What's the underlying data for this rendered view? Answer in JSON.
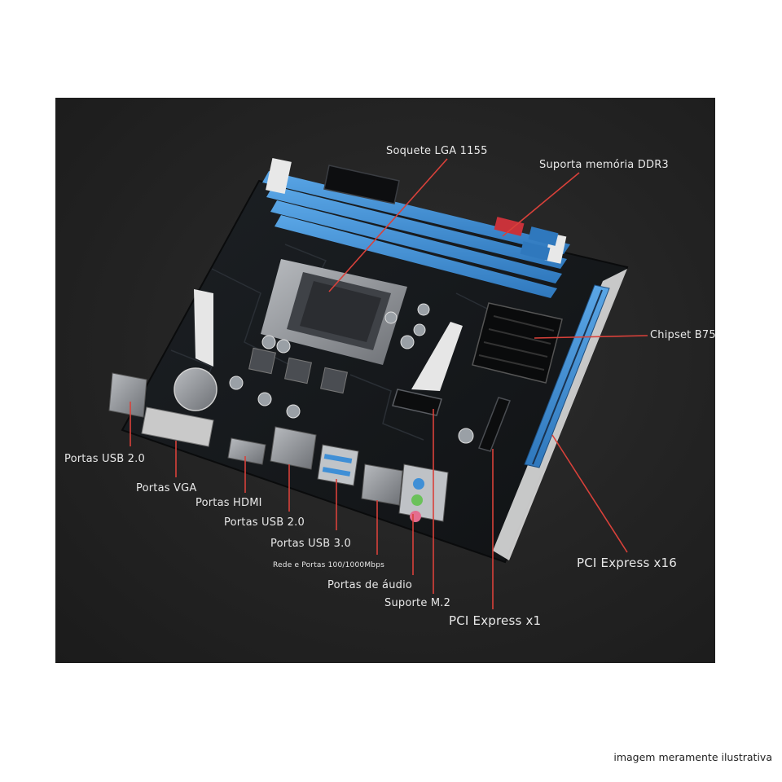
{
  "labels": {
    "socket": "Soquete LGA 1155",
    "memory": "Suporta memória DDR3",
    "chipset": "Chipset B75",
    "usb2_left": "Portas USB 2.0",
    "vga": "Portas VGA",
    "hdmi": "Portas HDMI",
    "usb2_mid": "Portas USB 2.0",
    "usb3": "Portas USB 3.0",
    "lan": "Rede e Portas 100/1000Mbps",
    "audio": "Portas de áudio",
    "m2": "Suporte M.2",
    "pcie_x1": "PCI Express x1",
    "pcie_x16": "PCI Express x16"
  },
  "caption": "imagem meramente ilustrativa",
  "colors": {
    "background": "#ffffff",
    "panel": "#232323",
    "board": "#15181b",
    "slot_blue": "#3f8fd6",
    "pointer_red": "#d9413a",
    "label_text": "#e8e8e8"
  }
}
